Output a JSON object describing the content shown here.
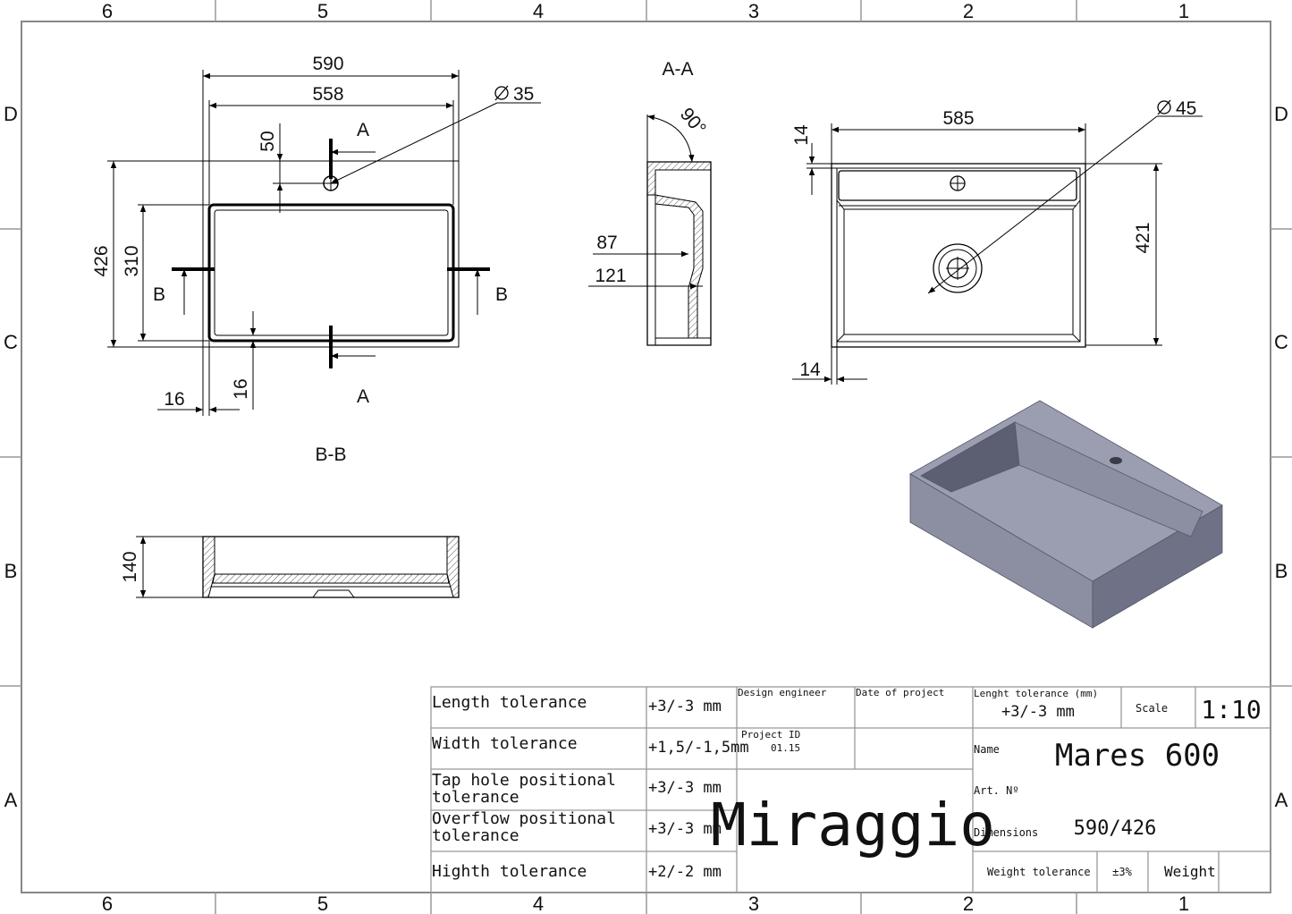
{
  "border": {
    "columns": [
      "6",
      "5",
      "4",
      "3",
      "2",
      "1"
    ],
    "rows": [
      "D",
      "C",
      "B",
      "A"
    ]
  },
  "views": {
    "top": {
      "dims": {
        "overall_width": "590",
        "inner_width": "558",
        "tap_hole": "35",
        "tap_offset": "50",
        "overall_depth": "426",
        "inner_depth": "310",
        "wall_left": "16",
        "wall_bottom": "16"
      },
      "section_marks": {
        "a_top": "A",
        "a_bottom": "A",
        "b_left": "B",
        "b_right": "B"
      }
    },
    "section_aa": {
      "title": "A-A",
      "angle": "90°",
      "dim1": "87",
      "dim2": "121"
    },
    "front": {
      "dims": {
        "width": "585",
        "drain": "45",
        "rim": "14",
        "depth": "421",
        "side": "14"
      }
    },
    "section_bb": {
      "title": "B-B",
      "height": "140"
    },
    "render_3d": {
      "colors": {
        "top": "#9b9db0",
        "front": "#8c8ea2",
        "side": "#6f7186",
        "basin": "#5c5e72"
      }
    }
  },
  "title_block": {
    "tolerances": [
      {
        "label": "Length tolerance",
        "value": "+3/-3 mm"
      },
      {
        "label": "Width tolerance",
        "value": "+1,5/-1,5mm"
      },
      {
        "label": "Tap hole positional",
        "label2": "tolerance",
        "value": "+3/-3 mm"
      },
      {
        "label": "Overflow positional",
        "label2": "tolerance",
        "value": "+3/-3 mm"
      },
      {
        "label": "Highth tolerance",
        "value": "+2/-2 mm"
      }
    ],
    "design_engineer_label": "Design engineer",
    "date_label": "Date of project",
    "project_id_label": "Project ID",
    "project_id_value": "01.15",
    "logo": "Miraggio",
    "length_tol_label": "Lenght tolerance (mm)",
    "length_tol_value": "+3/-3 mm",
    "scale_label": "Scale",
    "scale_value": "1:10",
    "name_label": "Name",
    "name_value": "Mares 600",
    "art_label": "Art. Nº",
    "dimensions_label": "Dimensions",
    "dimensions_value": "590/426",
    "weight_tol_label": "Weight tolerance",
    "weight_tol_value": "±3%",
    "weight_label": "Weight"
  }
}
